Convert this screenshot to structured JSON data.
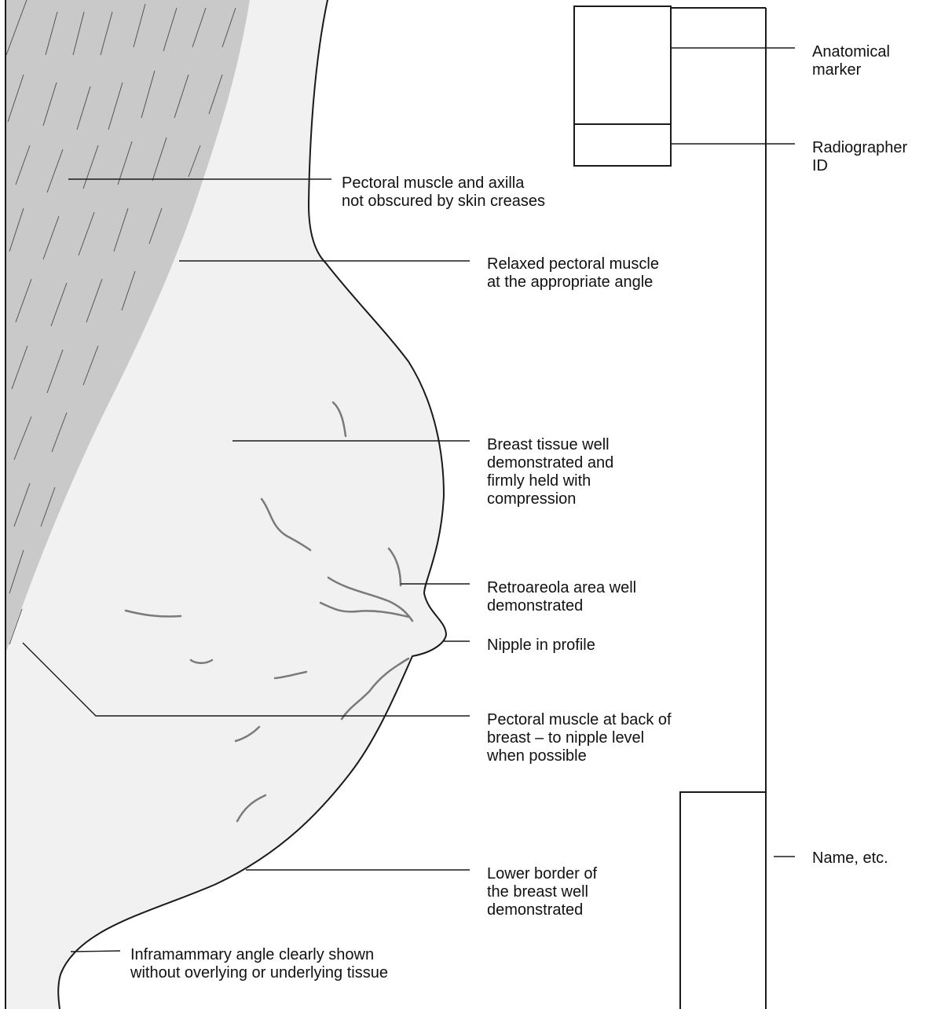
{
  "colors": {
    "background": "#ffffff",
    "breast_fill": "#f1f1f1",
    "pectoral_fill": "#c9c9c9",
    "outline": "#1a1a1a",
    "tissue_strand": "#7a7a7a"
  },
  "labels": {
    "anatomical_marker": [
      "Anatomical",
      "marker"
    ],
    "radiographer_id": [
      "Radiographer",
      "ID"
    ],
    "pectoral_axilla": [
      "Pectoral muscle and axilla",
      "not obscured by skin creases"
    ],
    "relaxed_pectoral": [
      "Relaxed pectoral muscle",
      "at the appropriate angle"
    ],
    "breast_tissue": [
      "Breast tissue well",
      "demonstrated and",
      "firmly held with",
      "compression"
    ],
    "retroareola": [
      "Retroareola area well",
      "demonstrated"
    ],
    "nipple": [
      "Nipple in profile"
    ],
    "pectoral_back": [
      "Pectoral muscle at back of",
      "breast – to nipple level",
      "when possible"
    ],
    "lower_border": [
      "Lower border of",
      "the breast well",
      "demonstrated"
    ],
    "inframammary": [
      "Inframammary angle clearly shown",
      "without overlying or underlying tissue"
    ],
    "name_etc": [
      "Name, etc."
    ]
  }
}
